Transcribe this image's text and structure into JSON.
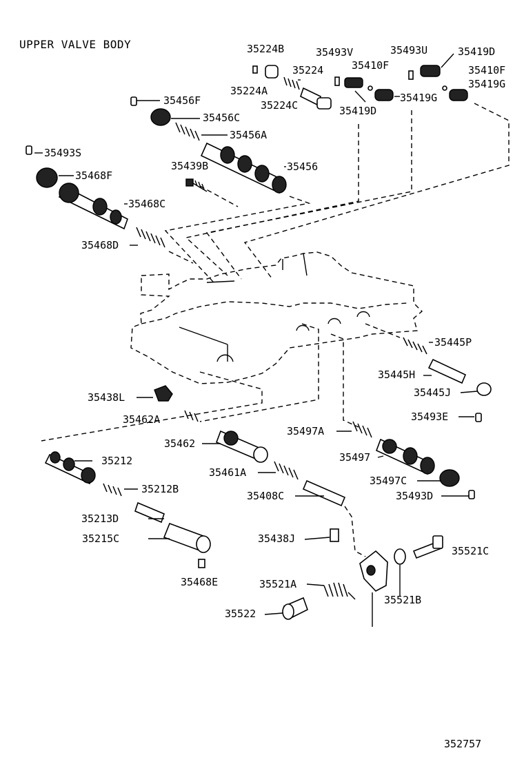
{
  "title": "UPPER VALVE BODY",
  "diagram_number": "352757",
  "labels": {
    "p35224B": "35224B",
    "p35224A": "35224A",
    "p35224": "35224",
    "p35224C": "35224C",
    "p35493V": "35493V",
    "p35410F_a": "35410F",
    "p35419D_a": "35419D",
    "p35493U": "35493U",
    "p35419D_b": "35419D",
    "p35410F_b": "35410F",
    "p35419G_a": "35419G",
    "p35419G_b": "35419G",
    "p35456F": "35456F",
    "p35456C": "35456C",
    "p35456A": "35456A",
    "p35493S": "35493S",
    "p35439B": "35439B",
    "p35456": "35456",
    "p35468F": "35468F",
    "p35468C": "35468C",
    "p35468D": "35468D",
    "p35445P": "35445P",
    "p35445H": "35445H",
    "p35445J": "35445J",
    "p35438L": "35438L",
    "p35462A": "35462A",
    "p35493E": "35493E",
    "p35462": "35462",
    "p35497A": "35497A",
    "p35212": "35212",
    "p35497": "35497",
    "p35461A": "35461A",
    "p35212B": "35212B",
    "p35497C": "35497C",
    "p35408C": "35408C",
    "p35493D": "35493D",
    "p35213D": "35213D",
    "p35215C": "35215C",
    "p35438J": "35438J",
    "p35521C": "35521C",
    "p35468E": "35468E",
    "p35521A": "35521A",
    "p35521B": "35521B",
    "p35522": "35522"
  }
}
